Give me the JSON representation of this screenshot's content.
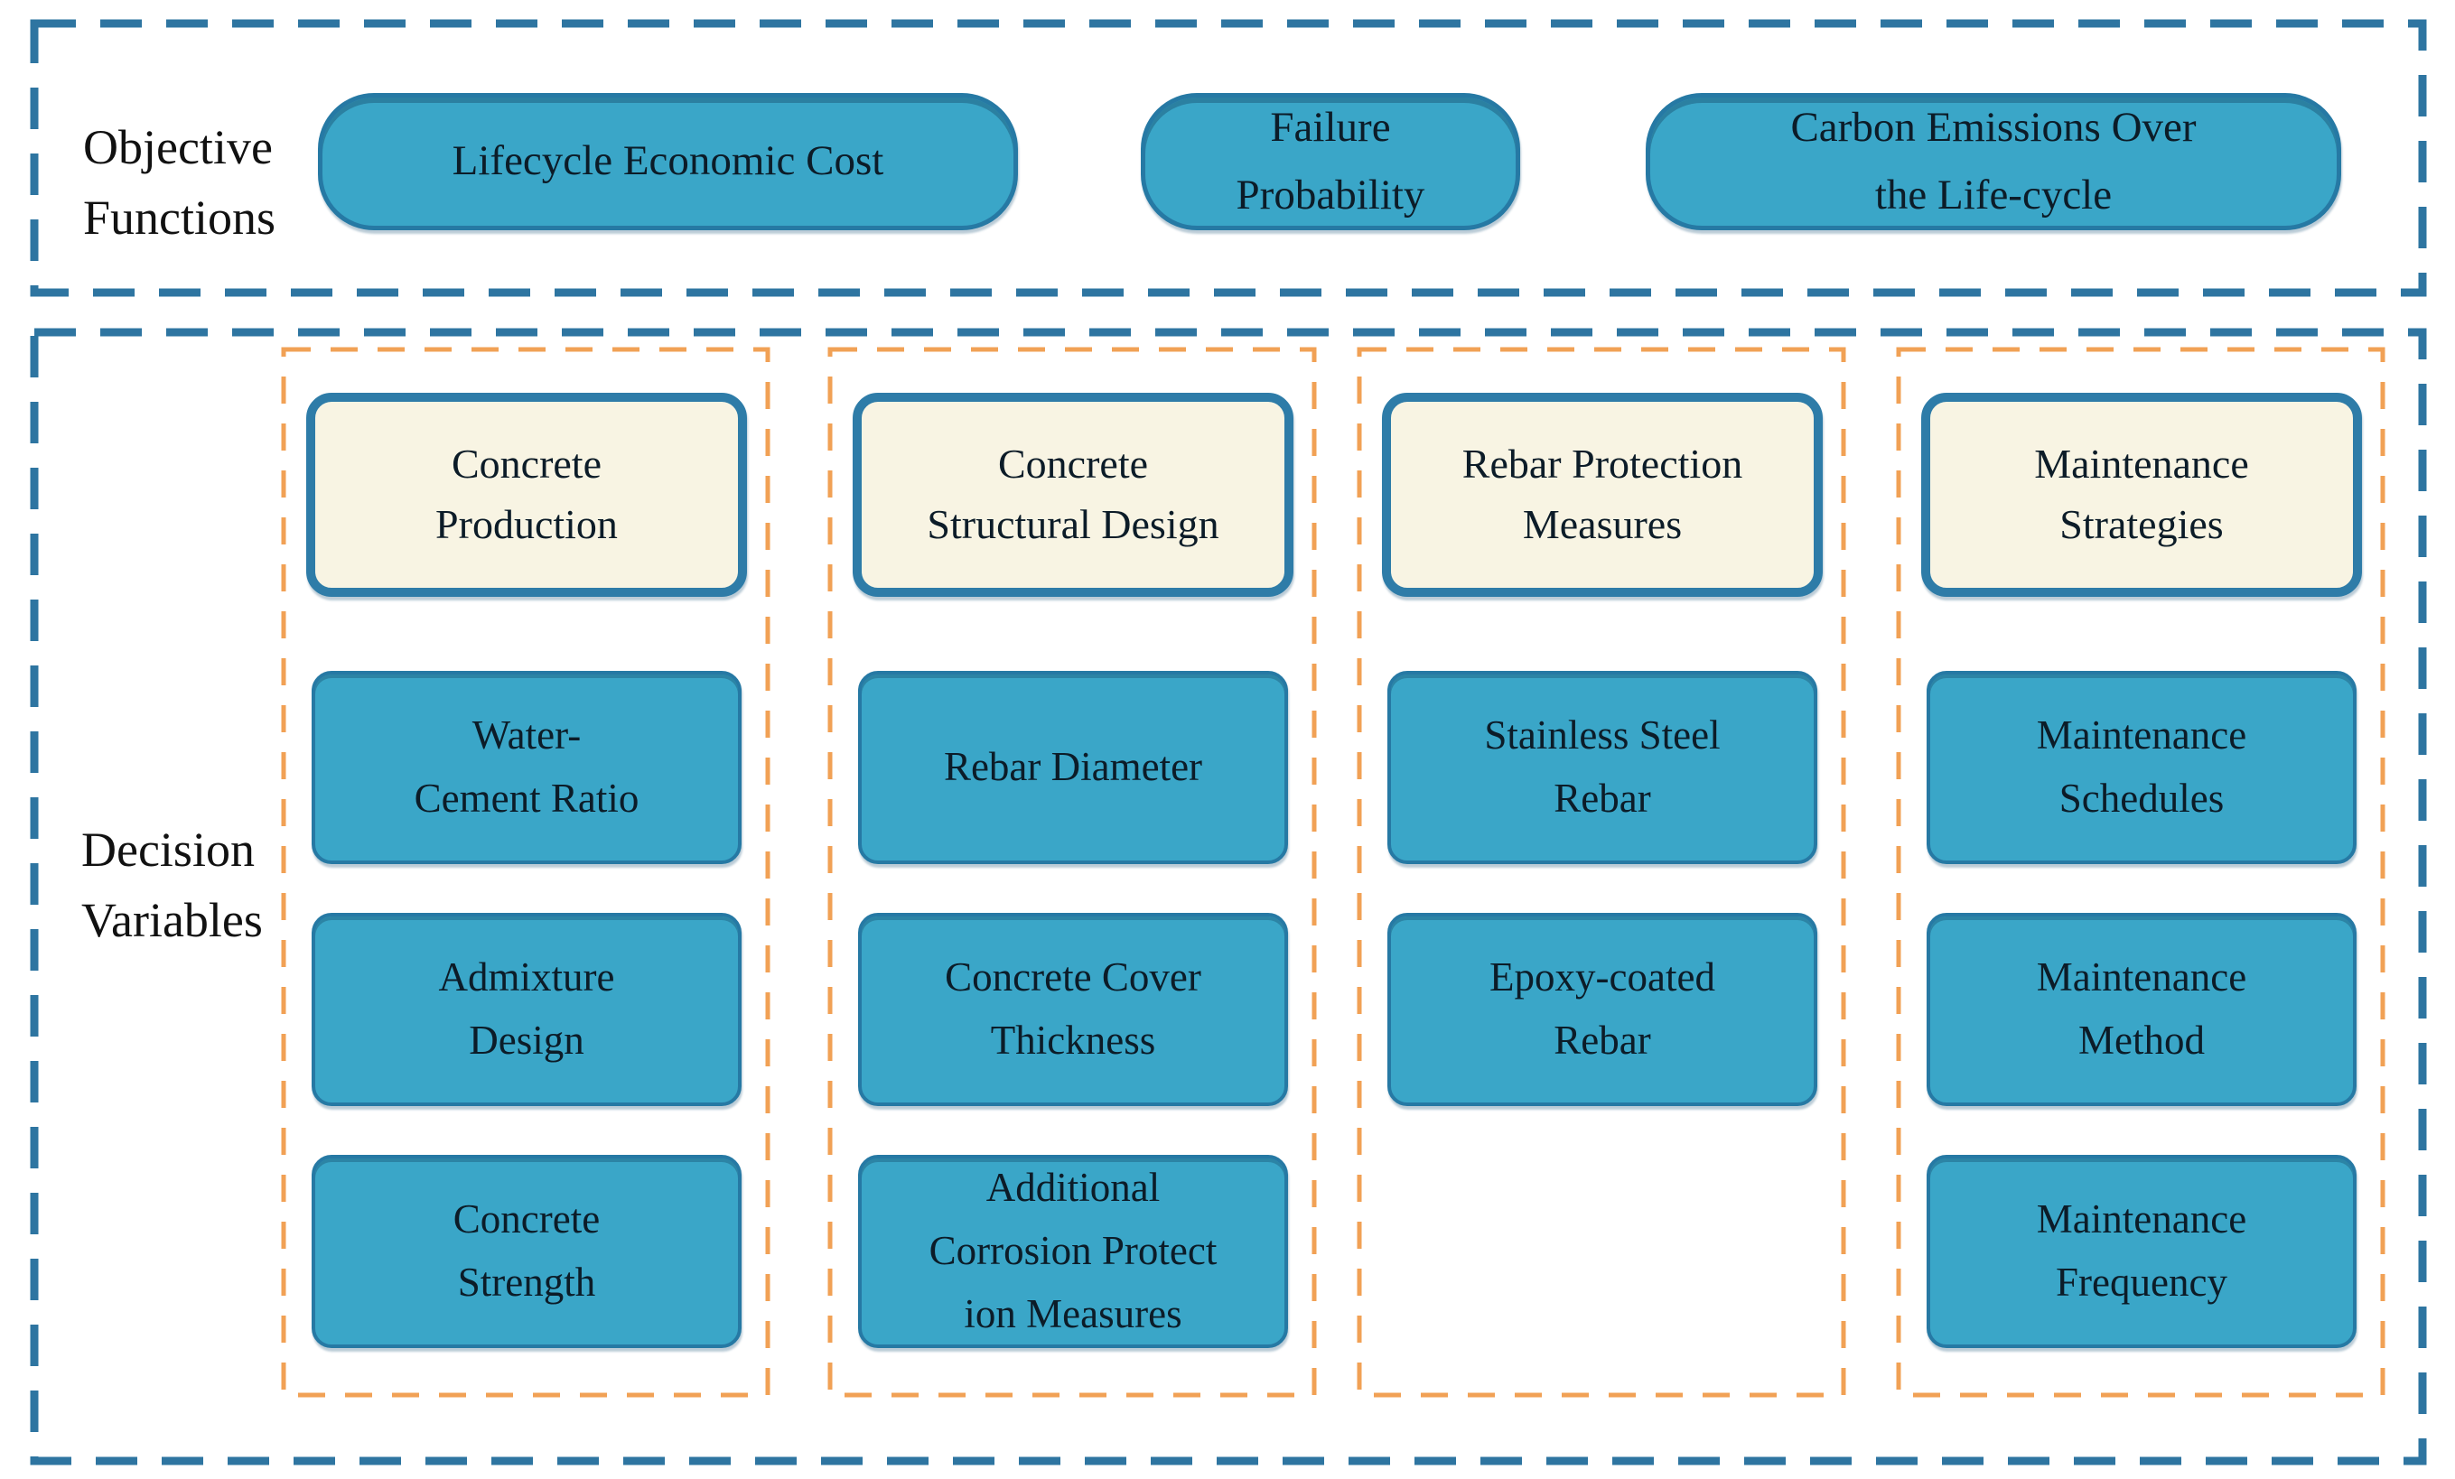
{
  "colors": {
    "box_fill": "#3aa6c8",
    "box_border": "#2679a4",
    "header_fill": "#f8f4e3",
    "header_border": "#2e7ca8",
    "outer_dash": "#2e75a1",
    "column_dash": "#f1a155",
    "text": "#0c1c28",
    "label_text": "#111111"
  },
  "objective": {
    "label": "Objective\nFunctions",
    "items": [
      {
        "label": "Lifecycle Economic Cost"
      },
      {
        "label": "Failure\nProbability"
      },
      {
        "label": "Carbon Emissions Over\nthe Life-cycle"
      }
    ]
  },
  "decision": {
    "label": "Decision\nVariables",
    "columns": [
      {
        "header": "Concrete\nProduction",
        "items": [
          "Water-\nCement Ratio",
          "Admixture\nDesign",
          "Concrete\nStrength"
        ]
      },
      {
        "header": "Concrete\nStructural Design",
        "items": [
          "Rebar Diameter",
          "Concrete Cover\nThickness",
          "Additional\nCorrosion Protect\nion Measures"
        ]
      },
      {
        "header": "Rebar Protection\nMeasures",
        "items": [
          "Stainless Steel\nRebar",
          "Epoxy-coated\nRebar"
        ]
      },
      {
        "header": "Maintenance\nStrategies",
        "items": [
          "Maintenance\nSchedules",
          "Maintenance\nMethod",
          "Maintenance\nFrequency"
        ]
      }
    ]
  }
}
